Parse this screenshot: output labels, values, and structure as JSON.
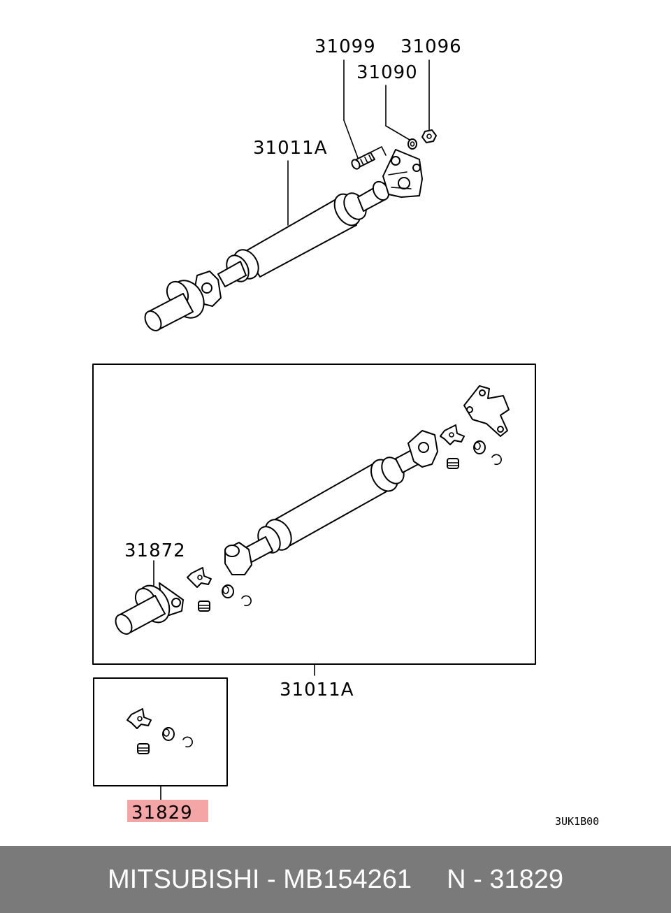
{
  "diagram": {
    "callouts": {
      "bolt": "31099",
      "nut": "31096",
      "washer": "31090",
      "shaft_top": "31011A",
      "center_bearing": "31872",
      "shaft_assembly": "31011A",
      "joint_kit": "31829"
    },
    "drawing_code": "3UK1B00",
    "highlight_color": "#f4a6a6"
  },
  "footer": {
    "brand": "MITSUBISHI",
    "separator": " - ",
    "part_number": "MB154261",
    "ref_prefix": "N",
    "ref_separator": " - ",
    "ref_number": "31829"
  }
}
